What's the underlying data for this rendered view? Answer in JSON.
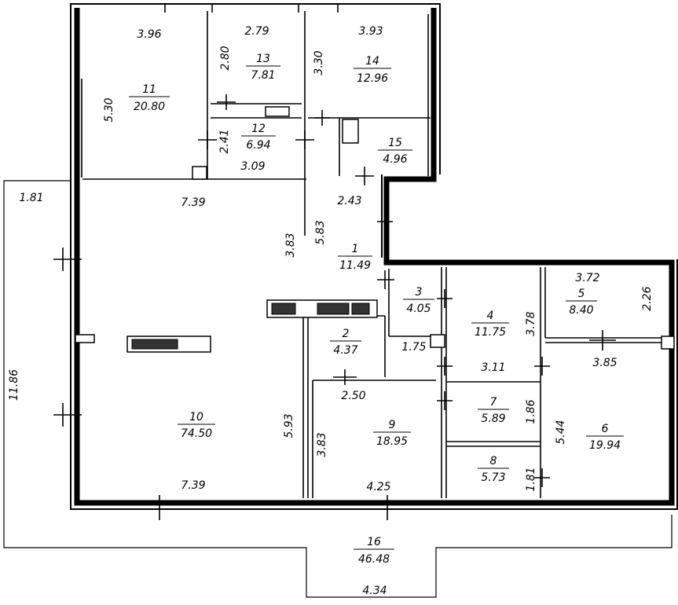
{
  "rooms": [
    {
      "number": "1",
      "area": "11.49"
    },
    {
      "number": "2",
      "area": "4.37"
    },
    {
      "number": "3",
      "area": "4.05"
    },
    {
      "number": "4",
      "area": "11.75"
    },
    {
      "number": "5",
      "area": "8.40"
    },
    {
      "number": "6",
      "area": "19.94"
    },
    {
      "number": "7",
      "area": "5.89"
    },
    {
      "number": "8",
      "area": "5.73"
    },
    {
      "number": "9",
      "area": "18.95"
    },
    {
      "number": "10",
      "area": "74.50"
    },
    {
      "number": "11",
      "area": "20.80"
    },
    {
      "number": "12",
      "area": "6.94"
    },
    {
      "number": "13",
      "area": "7.81"
    },
    {
      "number": "14",
      "area": "12.96"
    },
    {
      "number": "15",
      "area": "4.96"
    },
    {
      "number": "16",
      "area": "46.48"
    }
  ],
  "dimensions": [
    "3.96",
    "5.30",
    "2.79",
    "2.80",
    "3.30",
    "3.93",
    "2.41",
    "3.09",
    "7.39",
    "2.43",
    "1.81",
    "3.83",
    "5.83",
    "3.72",
    "2.26",
    "1.75",
    "3.78",
    "3.11",
    "3.85",
    "2.50",
    "1.86",
    "5.93",
    "3.83",
    "5.44",
    "11.86",
    "7.39",
    "4.25",
    "1.81",
    "4.34"
  ]
}
